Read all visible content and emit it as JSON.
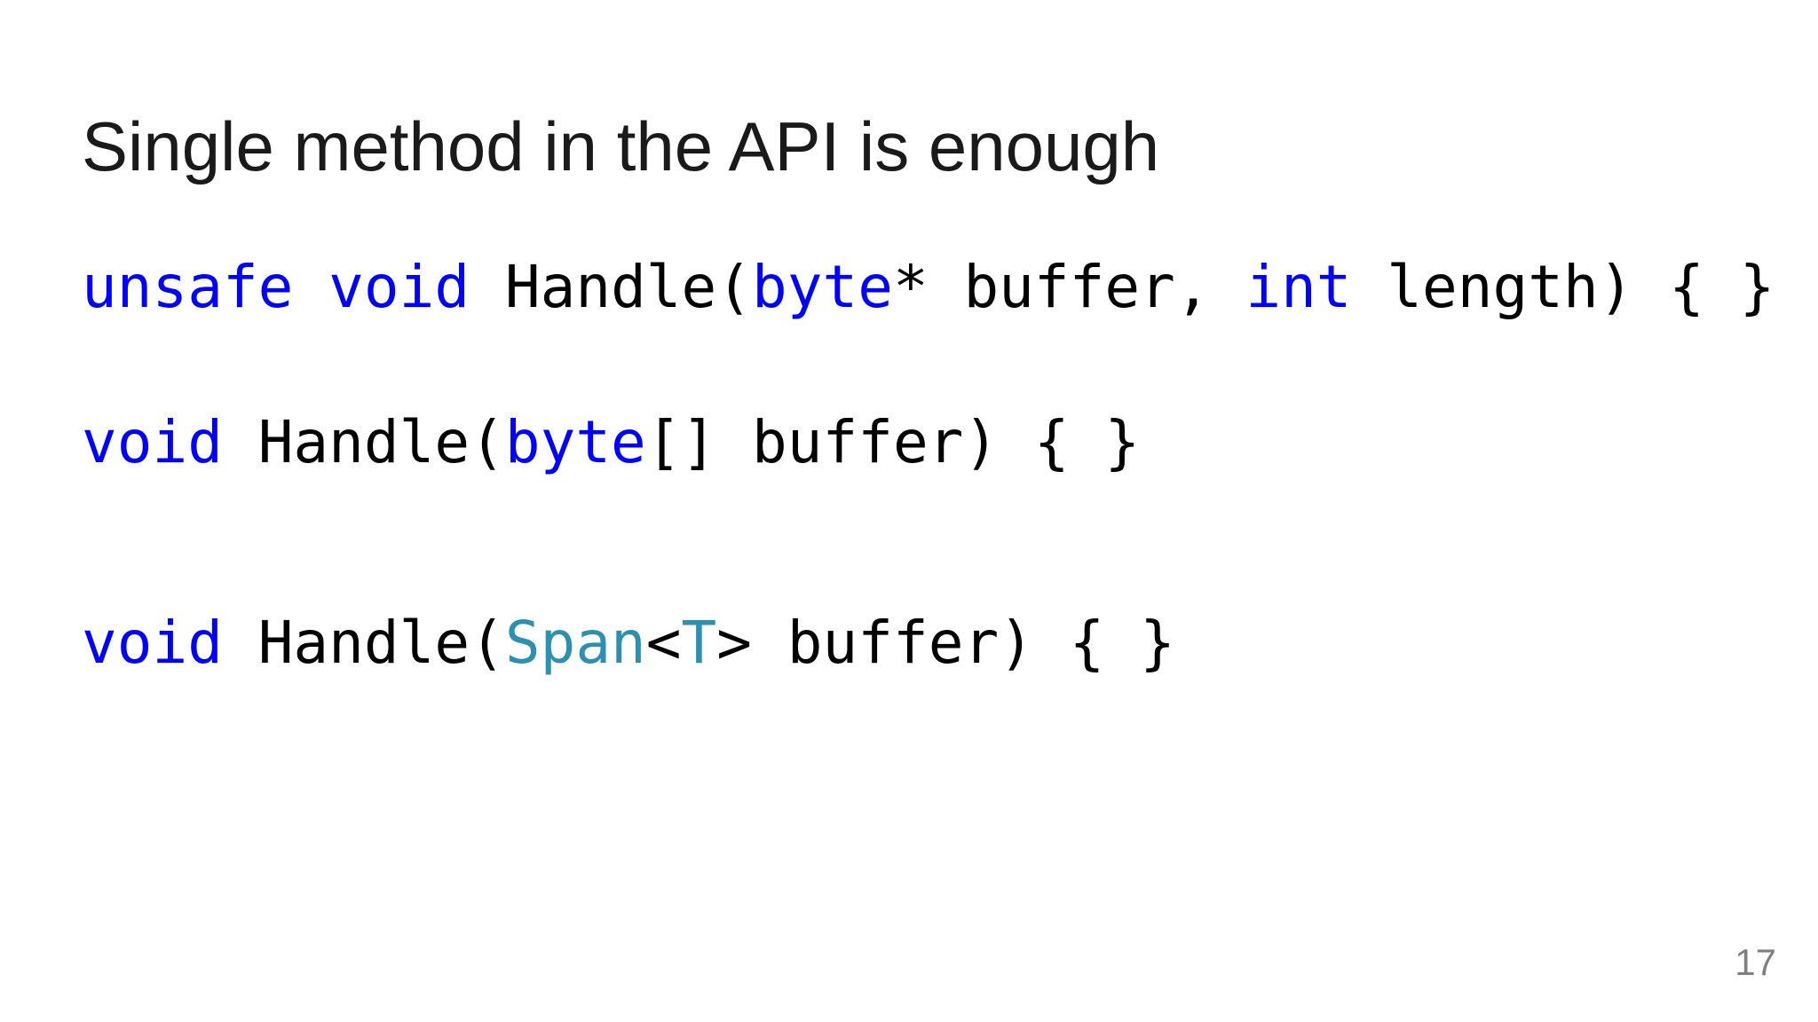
{
  "slide": {
    "title": "Single method in the API is enough",
    "page_number": "17",
    "colors": {
      "keyword": "#0000ff",
      "type": "#2b91af",
      "text": "#000000",
      "page_number": "#7f7f7f"
    }
  },
  "code": {
    "line1": {
      "kw_unsafe": "unsafe",
      "sp1": " ",
      "kw_void": "void",
      "t1": " Handle(",
      "kw_byte": "byte",
      "t2": "* buffer, ",
      "kw_int": "int",
      "t3": " length) { }"
    },
    "line2": {
      "kw_void": "void",
      "t1": " Handle(",
      "kw_byte": "byte",
      "t2": "[] buffer) { }"
    },
    "line3": {
      "kw_void": "void",
      "t1": " Handle(",
      "ty_span": "Span",
      "t2": "<",
      "ty_t": "T",
      "t3": "> buffer) { }"
    }
  }
}
